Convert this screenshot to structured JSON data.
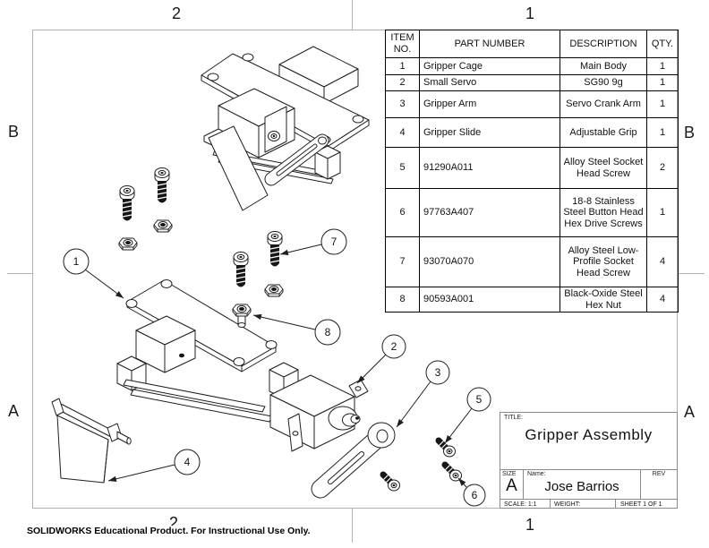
{
  "zones": {
    "top": [
      "2",
      "1"
    ],
    "bottom": [
      "2",
      "1"
    ],
    "left": [
      "B",
      "A"
    ],
    "right": [
      "B",
      "A"
    ]
  },
  "bom": {
    "headers": [
      "ITEM NO.",
      "PART NUMBER",
      "DESCRIPTION",
      "QTY."
    ],
    "rows": [
      {
        "item": "1",
        "part": "Gripper Cage",
        "desc": "Main Body",
        "qty": "1"
      },
      {
        "item": "2",
        "part": "Small Servo",
        "desc": "SG90 9g",
        "qty": "1"
      },
      {
        "item": "3",
        "part": "Gripper Arm",
        "desc": "Servo Crank Arm",
        "qty": "1"
      },
      {
        "item": "4",
        "part": "Gripper Slide",
        "desc": "Adjustable Grip",
        "qty": "1"
      },
      {
        "item": "5",
        "part": "91290A011",
        "desc": "Alloy Steel Socket Head Screw",
        "qty": "2"
      },
      {
        "item": "6",
        "part": "97763A407",
        "desc": "18-8 Stainless Steel Button Head Hex Drive Screws",
        "qty": "1"
      },
      {
        "item": "7",
        "part": "93070A070",
        "desc": "Alloy Steel Low-Profile Socket Head Screw",
        "qty": "4"
      },
      {
        "item": "8",
        "part": "90593A001",
        "desc": "Black-Oxide Steel Hex Nut",
        "qty": "4"
      }
    ]
  },
  "title_block": {
    "title_label": "TITLE:",
    "title": "Gripper Assembly",
    "size_label": "SIZE",
    "size": "A",
    "name_label": "Name:",
    "name": "Jose Barrios",
    "rev_label": "REV",
    "scale": "SCALE: 1:1",
    "weight": "WEIGHT:",
    "sheet": "SHEET 1 OF 1"
  },
  "balloons": [
    "1",
    "2",
    "3",
    "4",
    "5",
    "6",
    "7",
    "8"
  ],
  "footer": "SOLIDWORKS Educational Product. For Instructional Use Only."
}
